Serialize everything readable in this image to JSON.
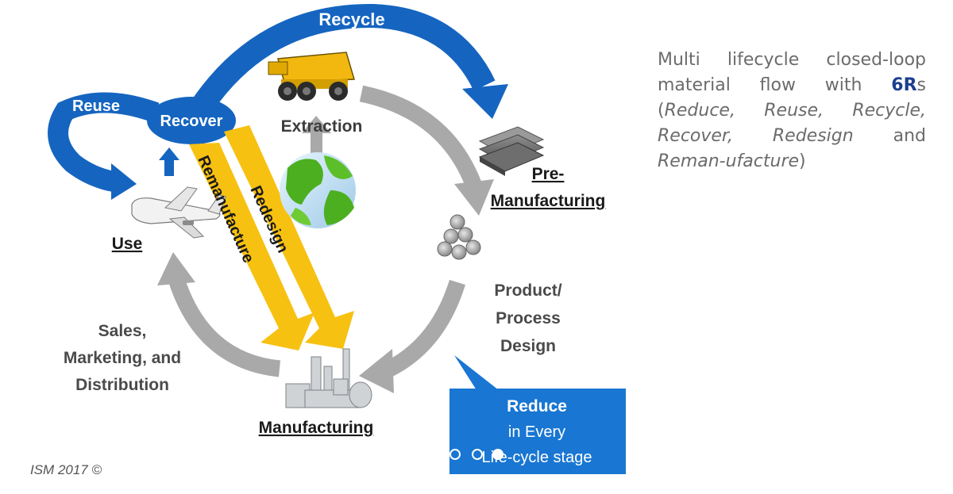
{
  "diagram": {
    "arrows": {
      "recycle": "Recycle",
      "reuse": "Reuse",
      "recover": "Recover",
      "remanufacture": "Remanufacture",
      "redesign": "Redesign"
    },
    "stages": {
      "extraction": "Extraction",
      "pre_manufacturing_line1": "Pre-",
      "pre_manufacturing_line2": "Manufacturing",
      "design_line1": "Product/",
      "design_line2": "Process",
      "design_line3": "Design",
      "manufacturing": "Manufacturing",
      "sales_line1": "Sales,",
      "sales_line2": "Marketing, and",
      "sales_line3": "Distribution",
      "use": "Use"
    },
    "callout": {
      "line1": "Reduce",
      "line2": "in Every",
      "line3": "Life-cycle stage"
    },
    "colors": {
      "blue": "#1565c0",
      "yellow": "#f7c111",
      "gray": "#a9a9a9",
      "callout_blue": "#1976d2"
    },
    "icons": [
      "dump-truck-icon",
      "globe-icon",
      "metal-sheets-icon",
      "metal-bars-icon",
      "factory-icon",
      "airplane-icon"
    ]
  },
  "caption": {
    "part1": "Multi lifecycle closed-loop material flow with ",
    "highlight": "6R",
    "part2": "s (",
    "r1": "Reduce, Reuse, Recycle, Recover, Redesign",
    "part3": " and ",
    "r2": "Reman-ufacture",
    "part4": ")"
  },
  "footer": {
    "copyright": "ISM 2017 ©"
  },
  "carousel": {
    "slide_count": 3,
    "active_slide": 3
  }
}
